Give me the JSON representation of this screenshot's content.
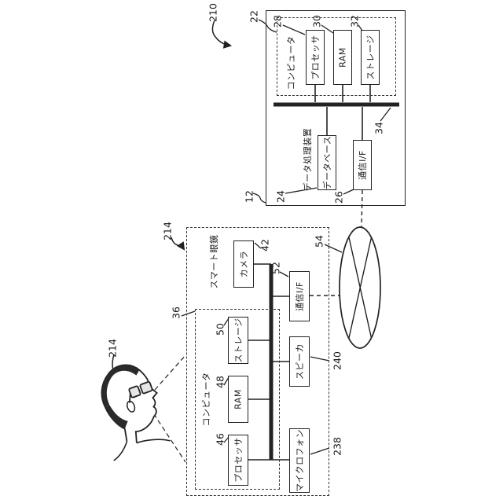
{
  "figure_refs": {
    "system": "210",
    "device": "12",
    "device_computer": "22",
    "device_processor": "28",
    "device_ram": "30",
    "device_storage": "32",
    "device_bus": "34",
    "database": "24",
    "device_comm": "26",
    "network": "54",
    "glasses": "214",
    "camera": "42",
    "glasses_comm": "52",
    "glasses_computer": "36",
    "glasses_storage": "50",
    "glasses_ram": "48",
    "glasses_processor": "46",
    "speaker": "240",
    "microphone": "238",
    "user_glasses": "214"
  },
  "labels": {
    "device": "データ処理装置",
    "computer": "コンピュータ",
    "processor": "プロセッサ",
    "ram": "RAM",
    "storage": "ストレージ",
    "database": "データベース",
    "comm_if": "通信I/F",
    "smart_glasses": "スマート眼鏡",
    "camera": "カメラ",
    "speaker": "スピーカ",
    "microphone": "マイクロフォン"
  }
}
